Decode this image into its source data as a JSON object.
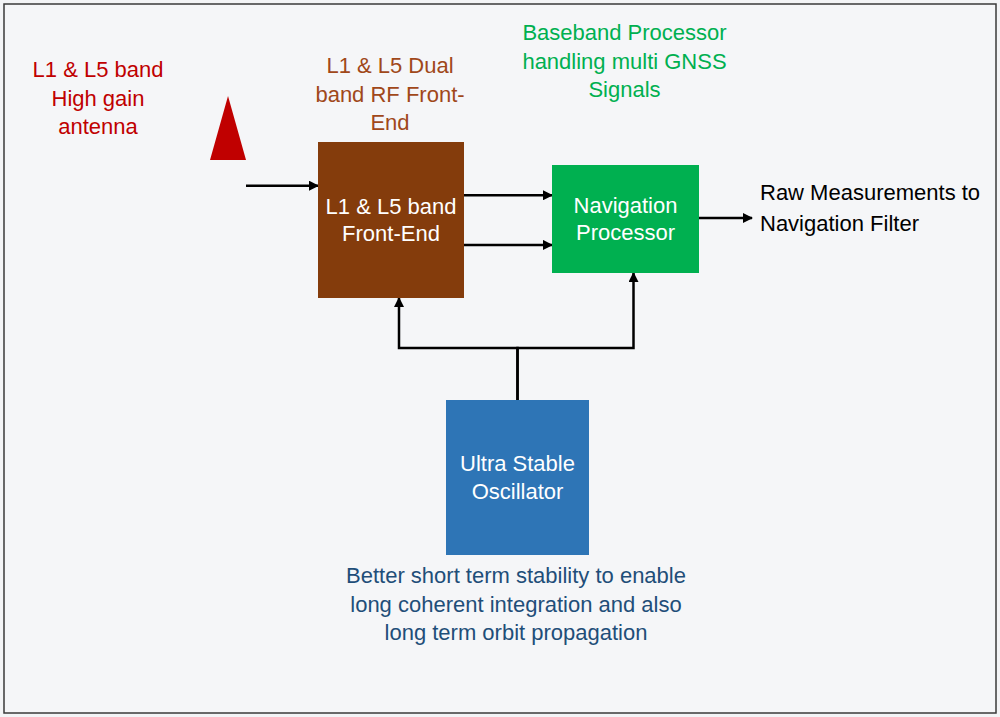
{
  "diagram": {
    "nodes": [
      {
        "text": [
          "L1 & L5 band High gain antenna"
        ]
      },
      {
        "text": [
          "L1 & L5 Dual band RF Front-End",
          "L1 & L5 band Front-End"
        ]
      },
      {
        "text": [
          "Baseband Processor handling multi GNSS Signals",
          "Navigation Processor"
        ]
      },
      {
        "text": [
          "Ultra Stable Oscillator",
          "Better short term stability to enable long coherent integration and also long term orbit propagation"
        ]
      }
    ],
    "edges": [
      {
        "from": 0,
        "to": 1,
        "arrow": "to"
      },
      {
        "from": 1,
        "to": 2,
        "arrow": "to"
      },
      {
        "from": 1,
        "to": 2,
        "arrow": "to"
      },
      {
        "from": 3,
        "to": 1,
        "arrow": "to"
      },
      {
        "from": 3,
        "to": 2,
        "arrow": "to"
      }
    ],
    "labels": [
      "Raw Measurements to Navigation Filter"
    ]
  }
}
